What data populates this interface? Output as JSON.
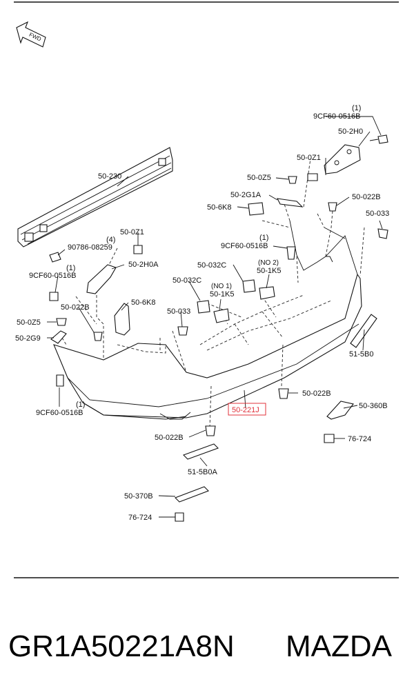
{
  "diagram": {
    "fwd_label": "FWD",
    "labels": {
      "l_9cf60_top_count": "(1)",
      "l_9cf60_top": "9CF60-0516B",
      "l_50_2h0": "50-2H0",
      "l_50_0z1_right": "50-0Z1",
      "l_50_0z5_right": "50-0Z5",
      "l_50_022b_right": "50-022B",
      "l_50_2g1a": "50-2G1A",
      "l_50_6k8_right": "50-6K8",
      "l_50_033_right": "50-033",
      "l_9cf60_mid_count": "(1)",
      "l_9cf60_mid": "9CF60-0516B",
      "l_no2": "(NO 2)",
      "l_50_032c_right": "50-032C",
      "l_50_1k5_right": "50-1K5",
      "l_50_230": "50-230",
      "l_50_0z1_left": "50-0Z1",
      "l_90786_count": "(4)",
      "l_90786": "90786-08259",
      "l_9cf60_left_count": "(1)",
      "l_9cf60_left": "9CF60-0516B",
      "l_50_2h0a": "50-2H0A",
      "l_50_032c_left": "50-032C",
      "l_no1": "(NO 1)",
      "l_50_1k5_left": "50-1K5",
      "l_50_022b_left": "50-022B",
      "l_50_6k8_left": "50-6K8",
      "l_50_033_left": "50-033",
      "l_50_0z5_left": "50-0Z5",
      "l_50_2g9": "50-2G9",
      "l_51_5b0": "51-5B0",
      "l_50_022b_lowright": "50-022B",
      "l_50_221j": "50-221J",
      "l_9cf60_bottom_count": "(1)",
      "l_9cf60_bottom": "9CF60-0516B",
      "l_50_360b": "50-360B",
      "l_50_022b_bottom": "50-022B",
      "l_76_724_right": "76-724",
      "l_51_5b0a": "51-5B0A",
      "l_50_370b": "50-370B",
      "l_76_724_bottom": "76-724"
    },
    "highlight_color": "#e0303a"
  },
  "footer": {
    "part_number": "GR1A50221A8N",
    "brand": "MAZDA"
  }
}
